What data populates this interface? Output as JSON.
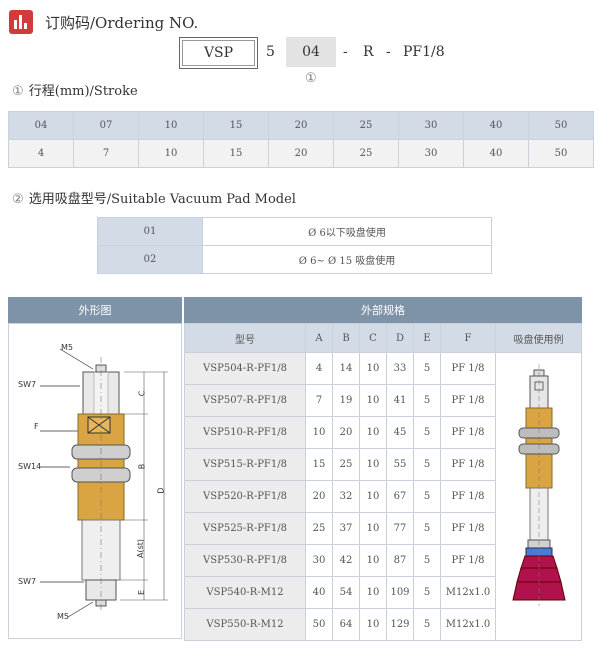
{
  "header": {
    "title": "订购码/Ordering NO."
  },
  "ordering_code": {
    "prefix": "VSP",
    "size": "5",
    "stroke": "04",
    "sep1": "-",
    "type": "R",
    "sep2": "-",
    "thread": "PF1/8",
    "marker": "①"
  },
  "stroke_section": {
    "marker": "①",
    "title": "行程(mm)/Stroke",
    "codes": [
      "04",
      "07",
      "10",
      "15",
      "20",
      "25",
      "30",
      "40",
      "50"
    ],
    "values": [
      "4",
      "7",
      "10",
      "15",
      "20",
      "25",
      "30",
      "40",
      "50"
    ]
  },
  "pad_section": {
    "marker": "②",
    "title": "选用吸盘型号/Suitable Vacuum Pad Model",
    "rows": [
      {
        "code": "01",
        "desc": "Ø 6以下吸盘使用"
      },
      {
        "code": "02",
        "desc": "Ø 6~ Ø 15 吸盘使用"
      }
    ]
  },
  "spec": {
    "left_header": "外形图",
    "right_header": "外部规格",
    "columns": [
      "型号",
      "A",
      "B",
      "C",
      "D",
      "E",
      "F",
      "吸盘使用例"
    ],
    "rows": [
      [
        "VSP504-R-PF1/8",
        "4",
        "14",
        "10",
        "33",
        "5",
        "PF 1/8"
      ],
      [
        "VSP507-R-PF1/8",
        "7",
        "19",
        "10",
        "41",
        "5",
        "PF 1/8"
      ],
      [
        "VSP510-R-PF1/8",
        "10",
        "20",
        "10",
        "45",
        "5",
        "PF 1/8"
      ],
      [
        "VSP515-R-PF1/8",
        "15",
        "25",
        "10",
        "55",
        "5",
        "PF 1/8"
      ],
      [
        "VSP520-R-PF1/8",
        "20",
        "32",
        "10",
        "67",
        "5",
        "PF 1/8"
      ],
      [
        "VSP525-R-PF1/8",
        "25",
        "37",
        "10",
        "77",
        "5",
        "PF 1/8"
      ],
      [
        "VSP530-R-PF1/8",
        "30",
        "42",
        "10",
        "87",
        "5",
        "PF 1/8"
      ],
      [
        "VSP540-R-M12",
        "40",
        "54",
        "10",
        "109",
        "5",
        "M12x1.0"
      ],
      [
        "VSP550-R-M12",
        "50",
        "64",
        "10",
        "129",
        "5",
        "M12x1.0"
      ]
    ]
  },
  "drawing_labels": {
    "m5_top": "M5",
    "sw7_top": "SW7",
    "f": "F",
    "sw14": "SW14",
    "sw7_bottom": "SW7",
    "m5_bottom": "M5",
    "c": "C",
    "b": "B",
    "d": "D",
    "a": "A(st)",
    "e": "E"
  },
  "colors": {
    "accent": "#d23b3b",
    "header_bg": "#7f93a8",
    "cell_bg": "#d3dbe6",
    "brass": "#d9a441",
    "pad": "#b0124e"
  }
}
